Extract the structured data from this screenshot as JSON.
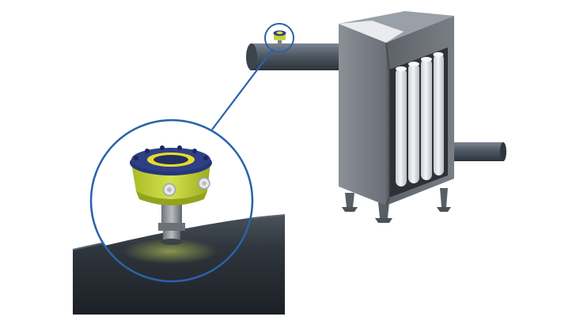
{
  "diagram": {
    "colors": {
      "background": "#ffffff",
      "callout_ring": "#2a63a8",
      "pipe": "#4a5460",
      "housing": "#6e737a",
      "filter_bags": "#e9eaec",
      "sensor_body": "#c7d93a",
      "sensor_cap": "#2f3f86",
      "sensor_display": "#e6dc2b"
    },
    "icons": [
      "pipe",
      "baghouse-filter-housing",
      "filter-bags",
      "particle-sensor",
      "magnifier-callout"
    ]
  }
}
